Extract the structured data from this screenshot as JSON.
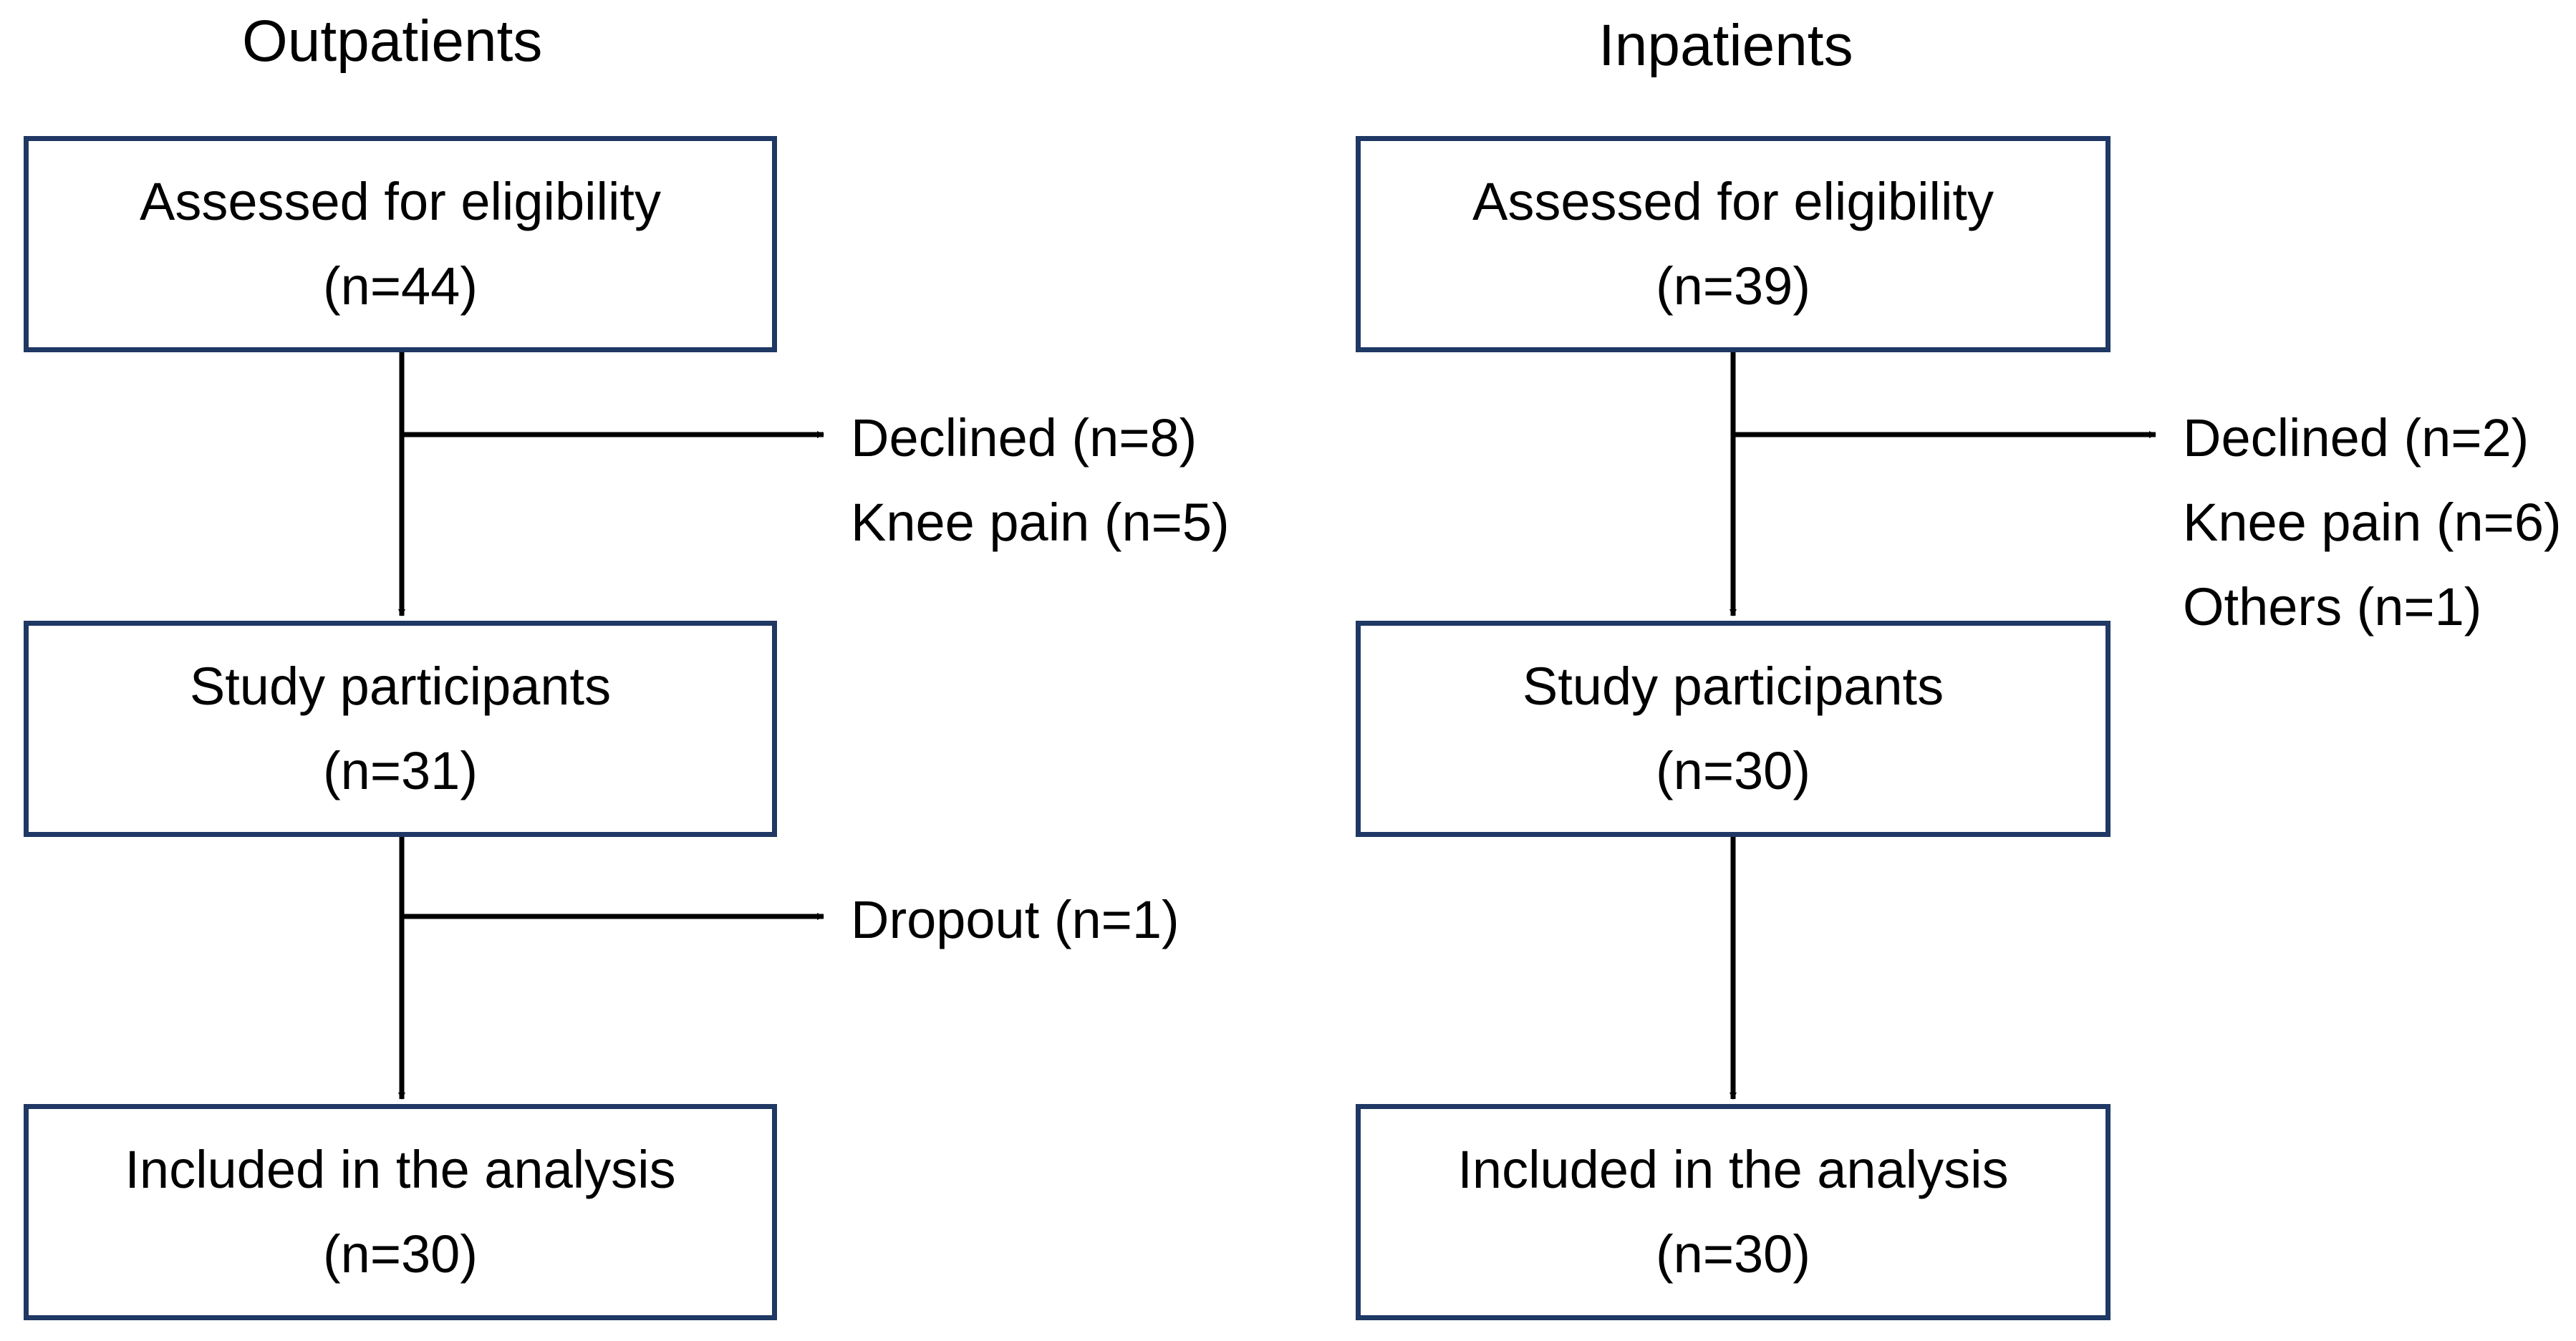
{
  "colors": {
    "box_border": "#1f3864",
    "line": "#000000"
  },
  "outpatients": {
    "title": "Outpatients",
    "assessed": {
      "label": "Assessed for eligibility",
      "n": "(n=44)"
    },
    "exclusions": [
      "Declined (n=8)",
      "Knee pain (n=5)"
    ],
    "participants": {
      "label": "Study participants",
      "n": "(n=31)"
    },
    "dropout": "Dropout (n=1)",
    "analysis": {
      "label": "Included in the analysis",
      "n": "(n=30)"
    }
  },
  "inpatients": {
    "title": "Inpatients",
    "assessed": {
      "label": "Assessed for eligibility",
      "n": "(n=39)"
    },
    "exclusions": [
      "Declined (n=2)",
      "Knee pain (n=6)",
      "Others (n=1)"
    ],
    "participants": {
      "label": "Study participants",
      "n": "(n=30)"
    },
    "analysis": {
      "label": "Included in the analysis",
      "n": "(n=30)"
    }
  }
}
